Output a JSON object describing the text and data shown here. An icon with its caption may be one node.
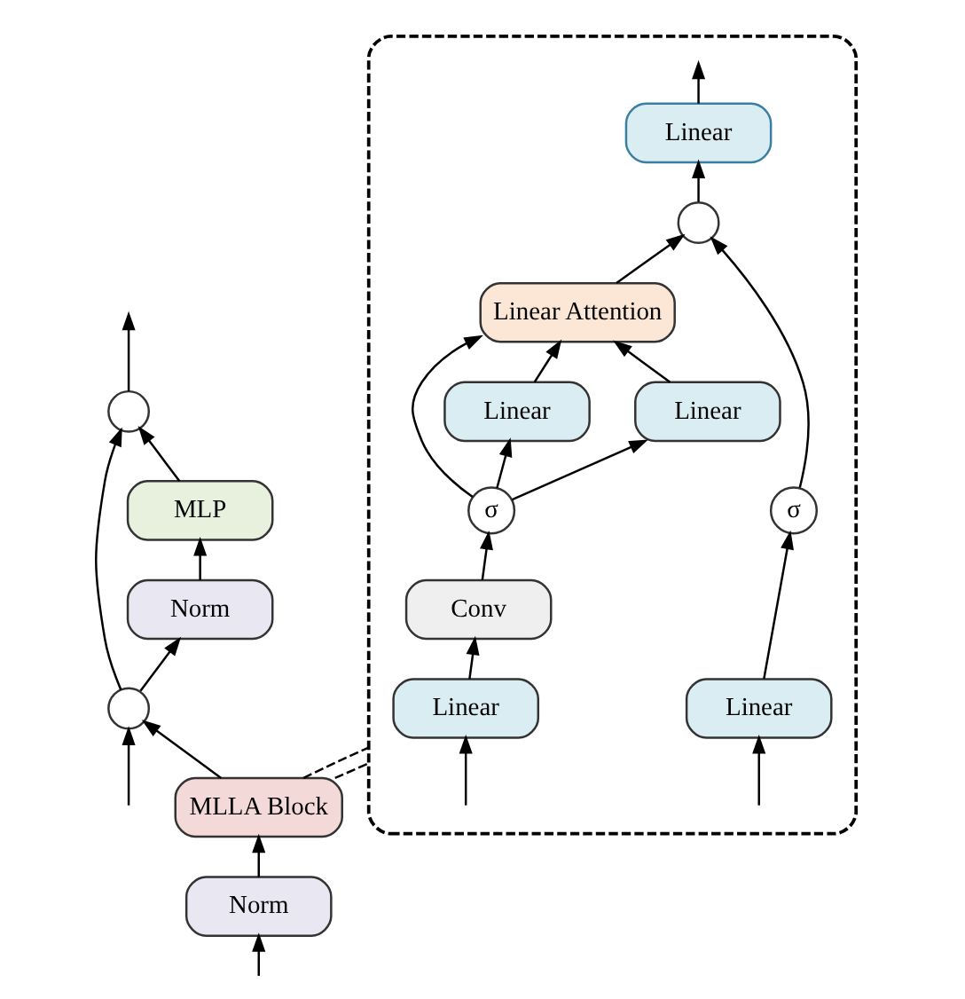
{
  "diagram": {
    "nodes": [
      {
        "text": [
          "Norm"
        ]
      },
      {
        "text": [
          "MLLA Block"
        ]
      },
      {
        "text": [],
        "shape": "circle"
      },
      {
        "text": [
          "Norm"
        ]
      },
      {
        "text": [
          "MLP"
        ]
      },
      {
        "text": [],
        "shape": "circle"
      },
      {
        "text": [],
        "shape": "box"
      },
      {
        "text": [
          "Linear"
        ],
        "in": 6
      },
      {
        "text": [
          "Linear"
        ],
        "in": 6
      },
      {
        "text": [
          "Conv"
        ],
        "in": 6
      },
      {
        "text": [
          "σ"
        ],
        "in": 6
      },
      {
        "text": [
          "σ"
        ],
        "in": 6
      },
      {
        "text": [
          "Linear"
        ],
        "in": 6
      },
      {
        "text": [
          "Linear"
        ],
        "in": 6
      },
      {
        "text": [
          "Linear Attention"
        ],
        "in": 6
      },
      {
        "text": [],
        "shape": "circle",
        "in": 6
      },
      {
        "text": [
          "Linear"
        ],
        "in": 6
      }
    ],
    "edges": [
      {
        "from": null,
        "to": 0,
        "arrow": "to"
      },
      {
        "from": null,
        "to": 5,
        "arrow": "to"
      },
      {
        "from": 0,
        "to": 1,
        "arrow": "to"
      },
      {
        "from": 1,
        "to": 5,
        "arrow": "to"
      },
      {
        "from": 5,
        "to": 3,
        "arrow": "to"
      },
      {
        "from": 3,
        "to": 4,
        "arrow": "to"
      },
      {
        "from": 4,
        "to": 2,
        "arrow": "to"
      },
      {
        "from": 5,
        "to": 2,
        "arrow": "to"
      },
      {
        "from": 2,
        "to": null,
        "arrow": "to"
      },
      {
        "from": 1,
        "to": 6,
        "arrow": "none",
        "style": "dashed"
      },
      {
        "from": 1,
        "to": 6,
        "arrow": "none",
        "style": "dashed"
      },
      {
        "from": null,
        "to": 7,
        "arrow": "to"
      },
      {
        "from": null,
        "to": 8,
        "arrow": "to"
      },
      {
        "from": 7,
        "to": 9,
        "arrow": "to"
      },
      {
        "from": 9,
        "to": 10,
        "arrow": "to"
      },
      {
        "from": 10,
        "to": 12,
        "arrow": "to"
      },
      {
        "from": 10,
        "to": 13,
        "arrow": "to"
      },
      {
        "from": 10,
        "to": 14,
        "arrow": "to"
      },
      {
        "from": 12,
        "to": 14,
        "arrow": "to"
      },
      {
        "from": 13,
        "to": 14,
        "arrow": "to"
      },
      {
        "from": 8,
        "to": 11,
        "arrow": "to"
      },
      {
        "from": 11,
        "to": 15,
        "arrow": "to"
      },
      {
        "from": 14,
        "to": 15,
        "arrow": "to"
      },
      {
        "from": 15,
        "to": 16,
        "arrow": "to"
      },
      {
        "from": 16,
        "to": null,
        "arrow": "to"
      }
    ]
  }
}
